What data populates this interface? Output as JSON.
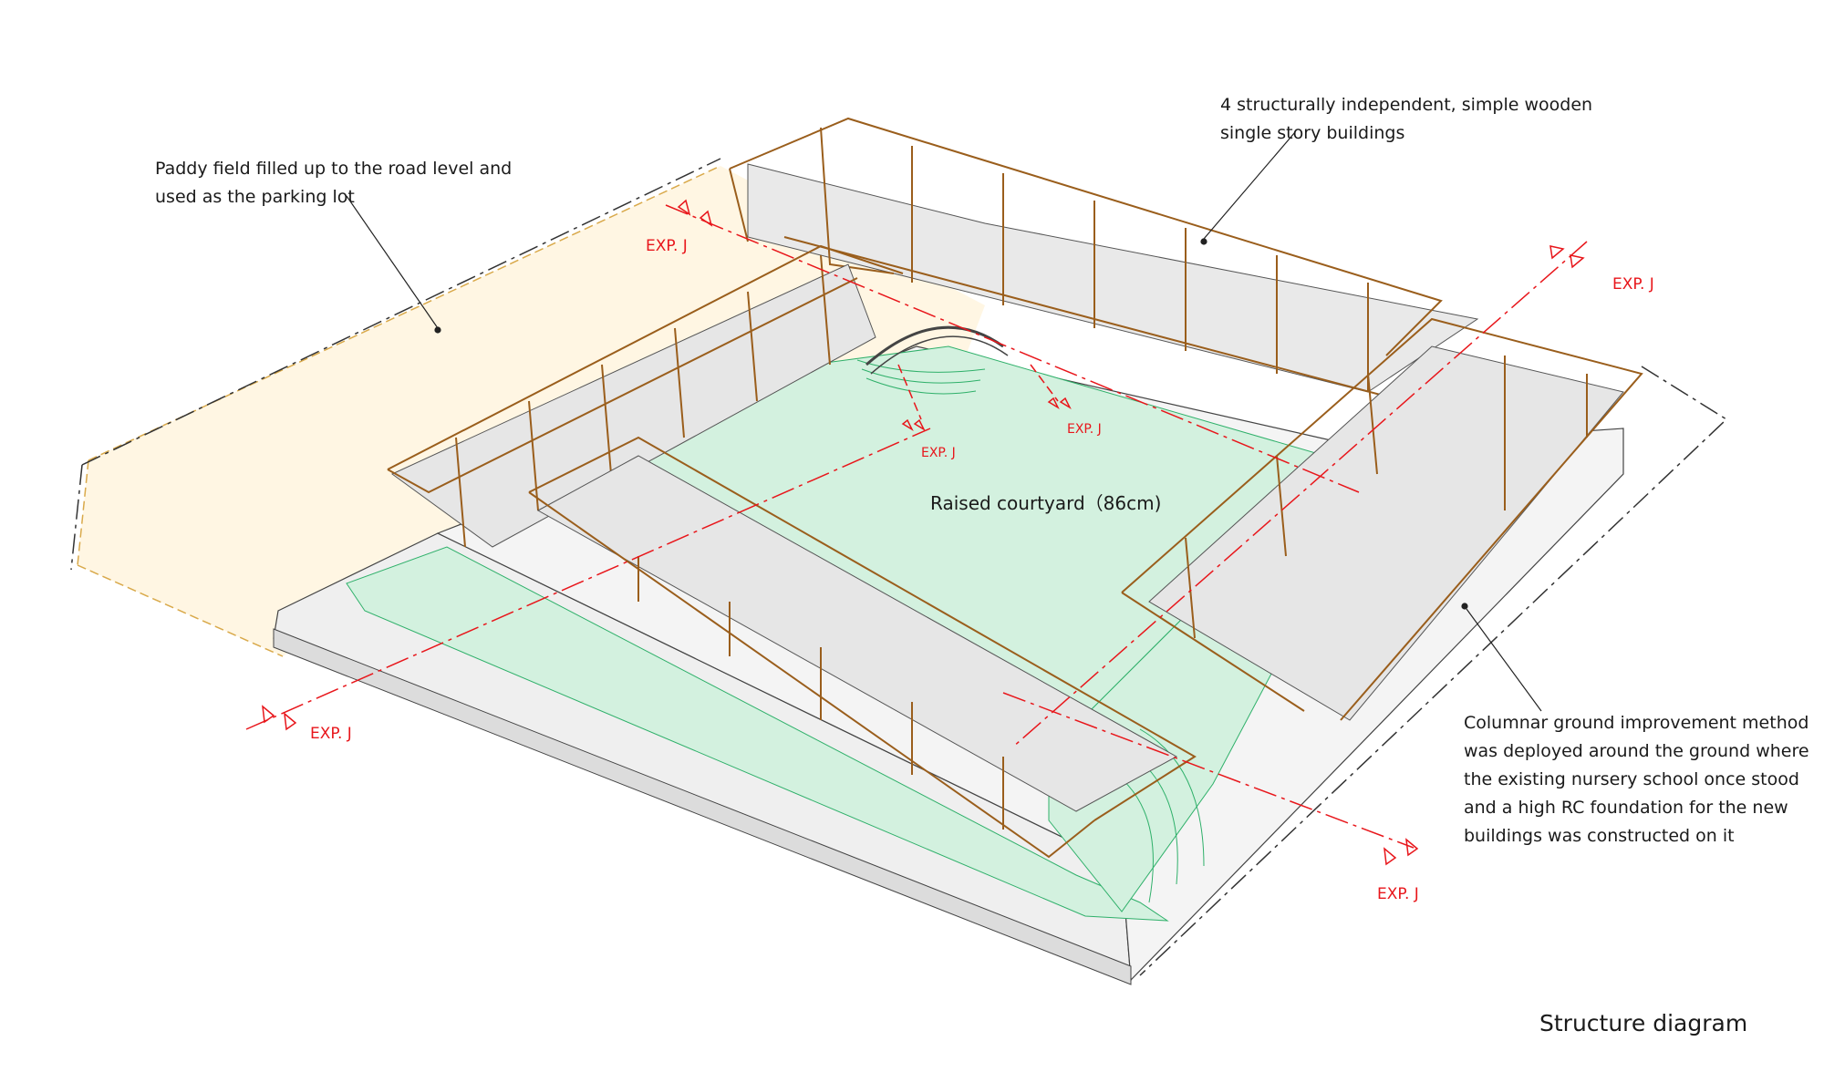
{
  "annotations": {
    "parking": "Paddy field filled up to the road level and used as the parking lot",
    "buildings": "4 structurally independent, simple wooden single story buildings",
    "ground": "Columnar ground improvement method was deployed around the ground where the existing nursery school once stood and a high RC foundation for the new buildings was constructed on it",
    "courtyard": "Raised courtyard（86cm)"
  },
  "expansion_joints": [
    "EXP. J",
    "EXP. J",
    "EXP. J",
    "EXP. J",
    "EXP. J",
    "EXP. J"
  ],
  "caption": "Structure diagram",
  "colors": {
    "timber": "#9a5e1c",
    "courtyard_fill": "#d3f1df",
    "parking_fill": "#fff6e3",
    "slab": "#efefef",
    "expansion_joint": "#e8161b",
    "outline": "#444444"
  }
}
